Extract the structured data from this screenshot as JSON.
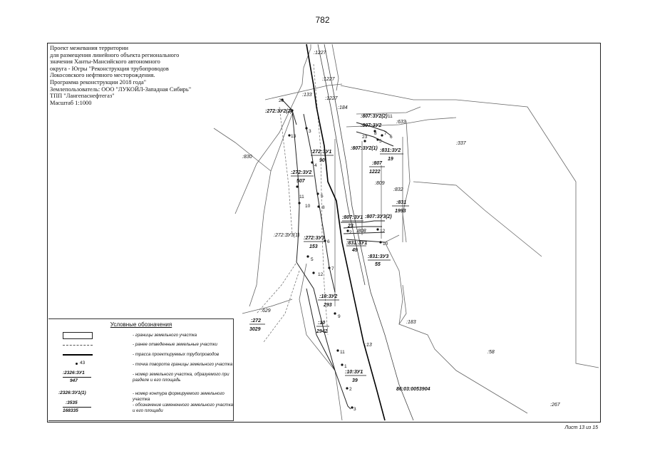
{
  "page_number": "782",
  "title_block": {
    "lines": [
      "Проект межевания территории",
      "для размещения линейного объекта регионального",
      "значения Ханты-Мансийского автономного",
      "округа - Югры \"Реконструкция трубопроводов",
      "Локосовского нефтяного месторождения.",
      "Программа реконструкции 2018 года\"",
      "Землепользователь: ООО \"ЛУКОЙЛ-Западная Сибирь\"",
      "ТПП \"Лангепаснефтегаз\"",
      "Масштаб 1:1000"
    ]
  },
  "parcels": [
    {
      "id": ":272:ЗУ2(2)"
    },
    {
      "id": ":272:ЗУ1",
      "area": "90"
    },
    {
      "id": ":272:ЗУ2",
      "area": "507"
    },
    {
      "id": ":272:ЗУ3",
      "area": "153"
    },
    {
      "id": ":272:ЗУ3(1)"
    },
    {
      "id": ":807:ЗУ2(2)"
    },
    {
      "id": ":807:ЗУ2"
    },
    {
      "id": ":807:ЗУ2(1)"
    },
    {
      "id": ":831:ЗУ2",
      "area": "19"
    },
    {
      "id": ":807",
      "area": "1222"
    },
    {
      "id": ":831",
      "area": "1993"
    },
    {
      "id": ":807:ЗУ1",
      "area": "23"
    },
    {
      "id": ":807:ЗУ3(2)"
    },
    {
      "id": ":831:ЗУ1",
      "area": "49"
    },
    {
      "id": ":831:ЗУ3",
      "area": "55"
    },
    {
      "id": ":10:ЗУ2",
      "area": "293"
    },
    {
      "id": ":10",
      "area": "2942"
    },
    {
      "id": ":272",
      "area": "3029"
    },
    {
      "id": ":10:ЗУ1",
      "area": "39"
    }
  ],
  "neighbor_labels": [
    ":1227",
    ":1227",
    ":1227",
    ":133",
    ":184",
    ":633",
    ":337",
    ":830",
    ":809",
    ":832",
    ":808",
    ":629",
    ":183",
    ":13",
    ":58",
    ":267"
  ],
  "quarter_label": "86:03:0053904",
  "point_numbers": [
    "26",
    "1",
    "13",
    "3",
    "4",
    "11",
    "5",
    "10",
    "8",
    "5",
    "6",
    "12",
    "7",
    "9",
    "11",
    "1",
    "2",
    "3",
    "11",
    "8",
    "7",
    "6",
    "5",
    "23",
    "2",
    "12",
    "10"
  ],
  "legend": {
    "title": "Условные обозначения",
    "items": [
      {
        "symbol": "box",
        "desc": "- границы земельного участка"
      },
      {
        "symbol": "dotted",
        "desc": "- ранее отведенные земельные участки"
      },
      {
        "symbol": "line",
        "desc": "- трасса проектируемых трубопроводов"
      },
      {
        "symbol": "point",
        "symbol_text": "43",
        "desc": "- точка поворота границы земельного участка"
      },
      {
        "symbol": "fraction",
        "symbol_text": ":2326:ЗУ1",
        "symbol_sub": "947",
        "desc": "- номер земельного участка, образуемого при разделе и его площадь"
      },
      {
        "symbol": "text",
        "symbol_text": ":2326:ЗУ1(1)",
        "desc": "- номер контура формируемого земельного участка"
      },
      {
        "symbol": "fraction",
        "symbol_text": ":3535",
        "symbol_sub": "168335",
        "desc": "- обозначение измененного земельного участка и его площади"
      }
    ]
  },
  "sheet_label": "Лист 13 из 15",
  "colors": {
    "ink": "#111111",
    "paper": "#ffffff",
    "thin_line": "#555555"
  }
}
